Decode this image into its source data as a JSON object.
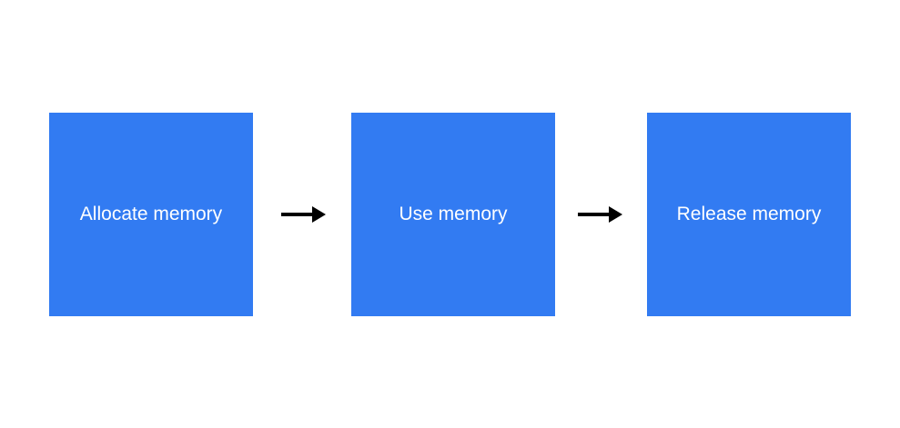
{
  "colors": {
    "box_fill": "#327bf2",
    "box_text": "#ffffff",
    "arrow": "#000000",
    "background": "#ffffff"
  },
  "steps": [
    {
      "label": "Allocate memory"
    },
    {
      "label": "Use memory"
    },
    {
      "label": "Release memory"
    }
  ],
  "connectors": [
    {
      "from": "Allocate memory",
      "to": "Use memory",
      "icon": "right-arrow-icon"
    },
    {
      "from": "Use memory",
      "to": "Release memory",
      "icon": "right-arrow-icon"
    }
  ]
}
